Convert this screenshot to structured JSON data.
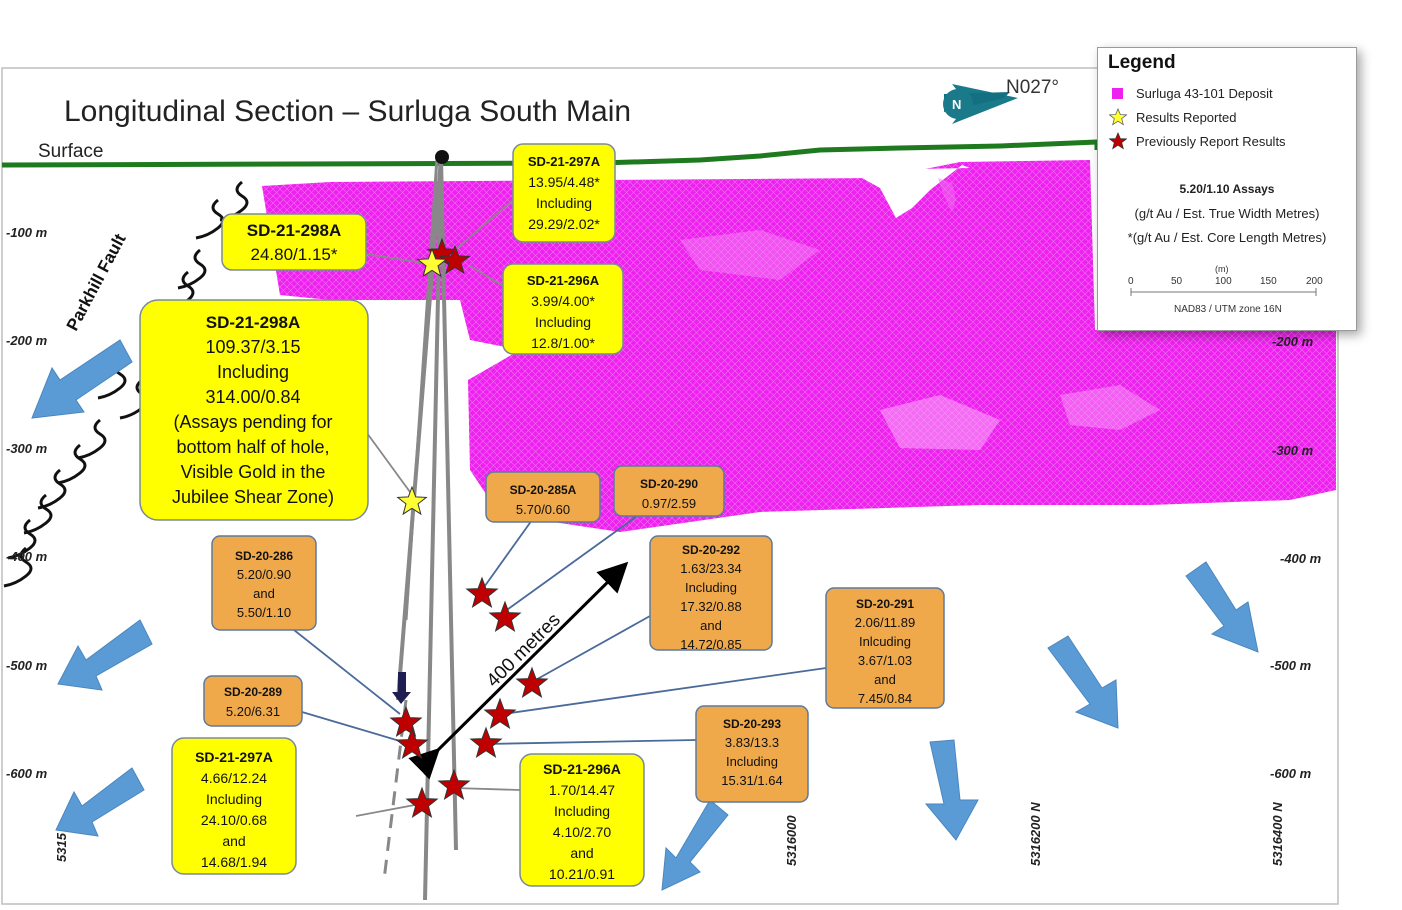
{
  "title": "Longitudinal Section – Surluga South Main",
  "surface_label": "Surface",
  "fault_label": "Parkhill Fault",
  "north_label": "N027°",
  "north_badge": "N",
  "depth_labels_left": [
    "-100 m",
    "-200 m",
    "-300 m",
    "-400 m",
    "-500 m",
    "-600 m"
  ],
  "depth_labels_right": [
    "-200 m",
    "-300 m",
    "-400 m",
    "-500 m",
    "-600 m"
  ],
  "northing_labels": [
    "5315",
    "5316000",
    "5316200 N",
    "5316400 N"
  ],
  "distance_label": "400 metres",
  "legend": {
    "title": "Legend",
    "deposit": "Surluga 43-101 Deposit",
    "results_reported": "Results Reported",
    "previously_reported": "Previously Report Results",
    "assay_example": "5.20/1.10 Assays",
    "assay_note1": "(g/t Au / Est. True Width Metres)",
    "assay_note2": "*(g/t Au / Est. Core Length Metres)",
    "scale_unit": "(m)",
    "scale_ticks": [
      "0",
      "50",
      "100",
      "150",
      "200"
    ],
    "projection": "NAD83 / UTM zone 16N"
  },
  "callouts": {
    "c298a_top": [
      "SD-21-298A",
      "24.80/1.15*"
    ],
    "c297a_top": [
      "SD-21-297A",
      "13.95/4.48*",
      "Including",
      "29.29/2.02*"
    ],
    "c296a_top": [
      "SD-21-296A",
      "3.99/4.00*",
      "Including",
      "12.8/1.00*"
    ],
    "c298a_big": [
      "SD-21-298A",
      "109.37/3.15",
      "Including",
      "314.00/0.84",
      "(Assays pending for",
      "bottom half of hole,",
      "Visible Gold in the",
      "Jubilee Shear Zone)"
    ],
    "c285a": [
      "SD-20-285A",
      "5.70/0.60"
    ],
    "c290": [
      "SD-20-290",
      "0.97/2.59"
    ],
    "c286": [
      "SD-20-286",
      "5.20/0.90",
      "and",
      "5.50/1.10"
    ],
    "c292": [
      "SD-20-292",
      "1.63/23.34",
      "Including",
      "17.32/0.88",
      "and",
      "14.72/0.85"
    ],
    "c291": [
      "SD-20-291",
      "2.06/11.89",
      "Inlcuding",
      "3.67/1.03",
      "and",
      "7.45/0.84"
    ],
    "c289": [
      "SD-20-289",
      "5.20/6.31"
    ],
    "c293": [
      "SD-20-293",
      "3.83/13.3",
      "Including",
      "15.31/1.64"
    ],
    "c297a_bot": [
      "SD-21-297A",
      "4.66/12.24",
      "Including",
      "24.10/0.68",
      "and",
      "14.68/1.94"
    ],
    "c296a_bot": [
      "SD-21-296A",
      "1.70/14.47",
      "Including",
      "4.10/2.70",
      "and",
      "10.21/0.91"
    ]
  },
  "colors": {
    "deposit": "#ee22ee",
    "surface_line": "#1f7a1f",
    "callout_yellow": "#ffff00",
    "callout_orange": "#f0a94a",
    "arrow_blue": "#5b9bd5",
    "star_red": "#c00000",
    "star_yellow": "#ffff33"
  }
}
